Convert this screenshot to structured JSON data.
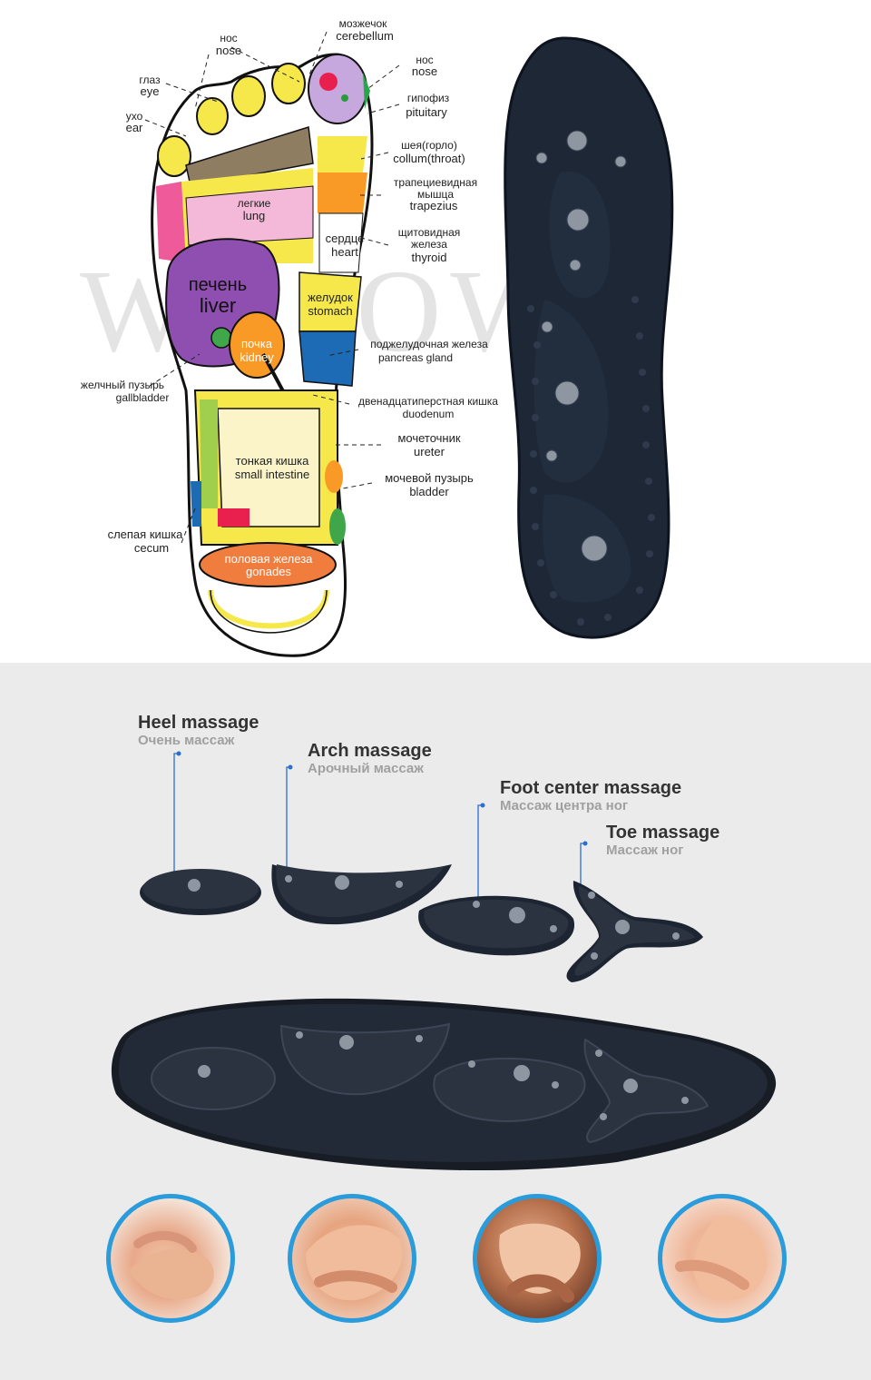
{
  "watermark": "WAPOW",
  "foot_map": {
    "labels": [
      {
        "id": "nose1",
        "ru": "нос",
        "en": "nose"
      },
      {
        "id": "cerebellum",
        "ru": "мозжечок",
        "en": "cerebellum"
      },
      {
        "id": "nose2",
        "ru": "нос",
        "en": "nose"
      },
      {
        "id": "eye",
        "ru": "глаз",
        "en": "eye"
      },
      {
        "id": "ear",
        "ru": "ухо",
        "en": "ear"
      },
      {
        "id": "pituitary",
        "ru": "гипофиз",
        "en": "pituitary"
      },
      {
        "id": "throat",
        "ru": "шея(горло)",
        "en": "collum(throat)"
      },
      {
        "id": "trapezius",
        "ru": "трапециевидная",
        "ru2": "мышца",
        "en": "trapezius"
      },
      {
        "id": "thyroid",
        "ru": "щитовидная",
        "ru2": "железа",
        "en": "thyroid"
      },
      {
        "id": "lung",
        "ru": "легкие",
        "en": "lung"
      },
      {
        "id": "heart",
        "ru": "сердце",
        "en": "heart"
      },
      {
        "id": "liver",
        "ru": "печень",
        "en": "liver"
      },
      {
        "id": "stomach",
        "ru": "желудок",
        "en": "stomach"
      },
      {
        "id": "kidney",
        "ru": "почка",
        "en": "kidney"
      },
      {
        "id": "pancreas",
        "ru": "поджелудочная железа",
        "en": "pancreas gland"
      },
      {
        "id": "gallbladder",
        "ru": "желчный пузырь",
        "en": "gallbladder"
      },
      {
        "id": "duodenum",
        "ru": "двенадцатиперстная кишка",
        "en": "duodenum"
      },
      {
        "id": "ureter",
        "ru": "мочеточник",
        "en": "ureter"
      },
      {
        "id": "small_intestine",
        "ru": "тонкая кишка",
        "en": "small intestine"
      },
      {
        "id": "bladder",
        "ru": "мочевой пузырь",
        "en": "bladder"
      },
      {
        "id": "cecum",
        "ru": "слепая кишка",
        "en": "cecum"
      },
      {
        "id": "gonades",
        "ru": "половая железа",
        "en": "gonades"
      }
    ]
  },
  "callouts": {
    "heel": {
      "en": "Heel massage",
      "ru": "Очень массаж"
    },
    "arch": {
      "en": "Arch massage",
      "ru": "Арочный массаж"
    },
    "center": {
      "en": "Foot center massage",
      "ru": "Массаж центра ног"
    },
    "toe": {
      "en": "Toe massage",
      "ru": "Массаж ног"
    }
  },
  "photos": [
    {
      "name": "heel-massage-photo"
    },
    {
      "name": "arch-massage-photo"
    },
    {
      "name": "center-massage-photo"
    },
    {
      "name": "toe-massage-photo"
    }
  ],
  "colors": {
    "accent": "#2a9bdb",
    "insole": "#1d2736",
    "magnet": "#8d96a1"
  }
}
